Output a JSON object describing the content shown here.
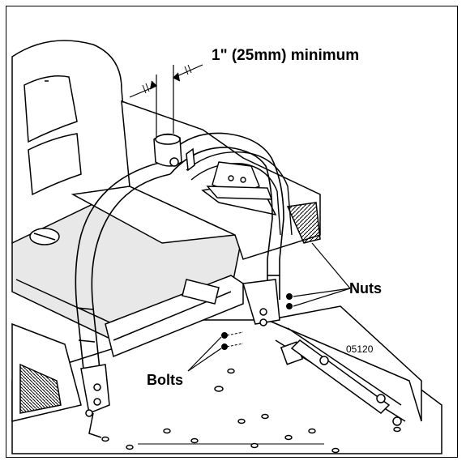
{
  "figure": {
    "labels": {
      "clearance": "1\" (25mm) minimum",
      "nuts": "Nuts",
      "bolts": "Bolts",
      "figure_code": "05120"
    },
    "colors": {
      "line": "#000000",
      "background": "#ffffff",
      "seat_shade": "#e8e8e8",
      "tube_fill": "#ffffff"
    }
  }
}
